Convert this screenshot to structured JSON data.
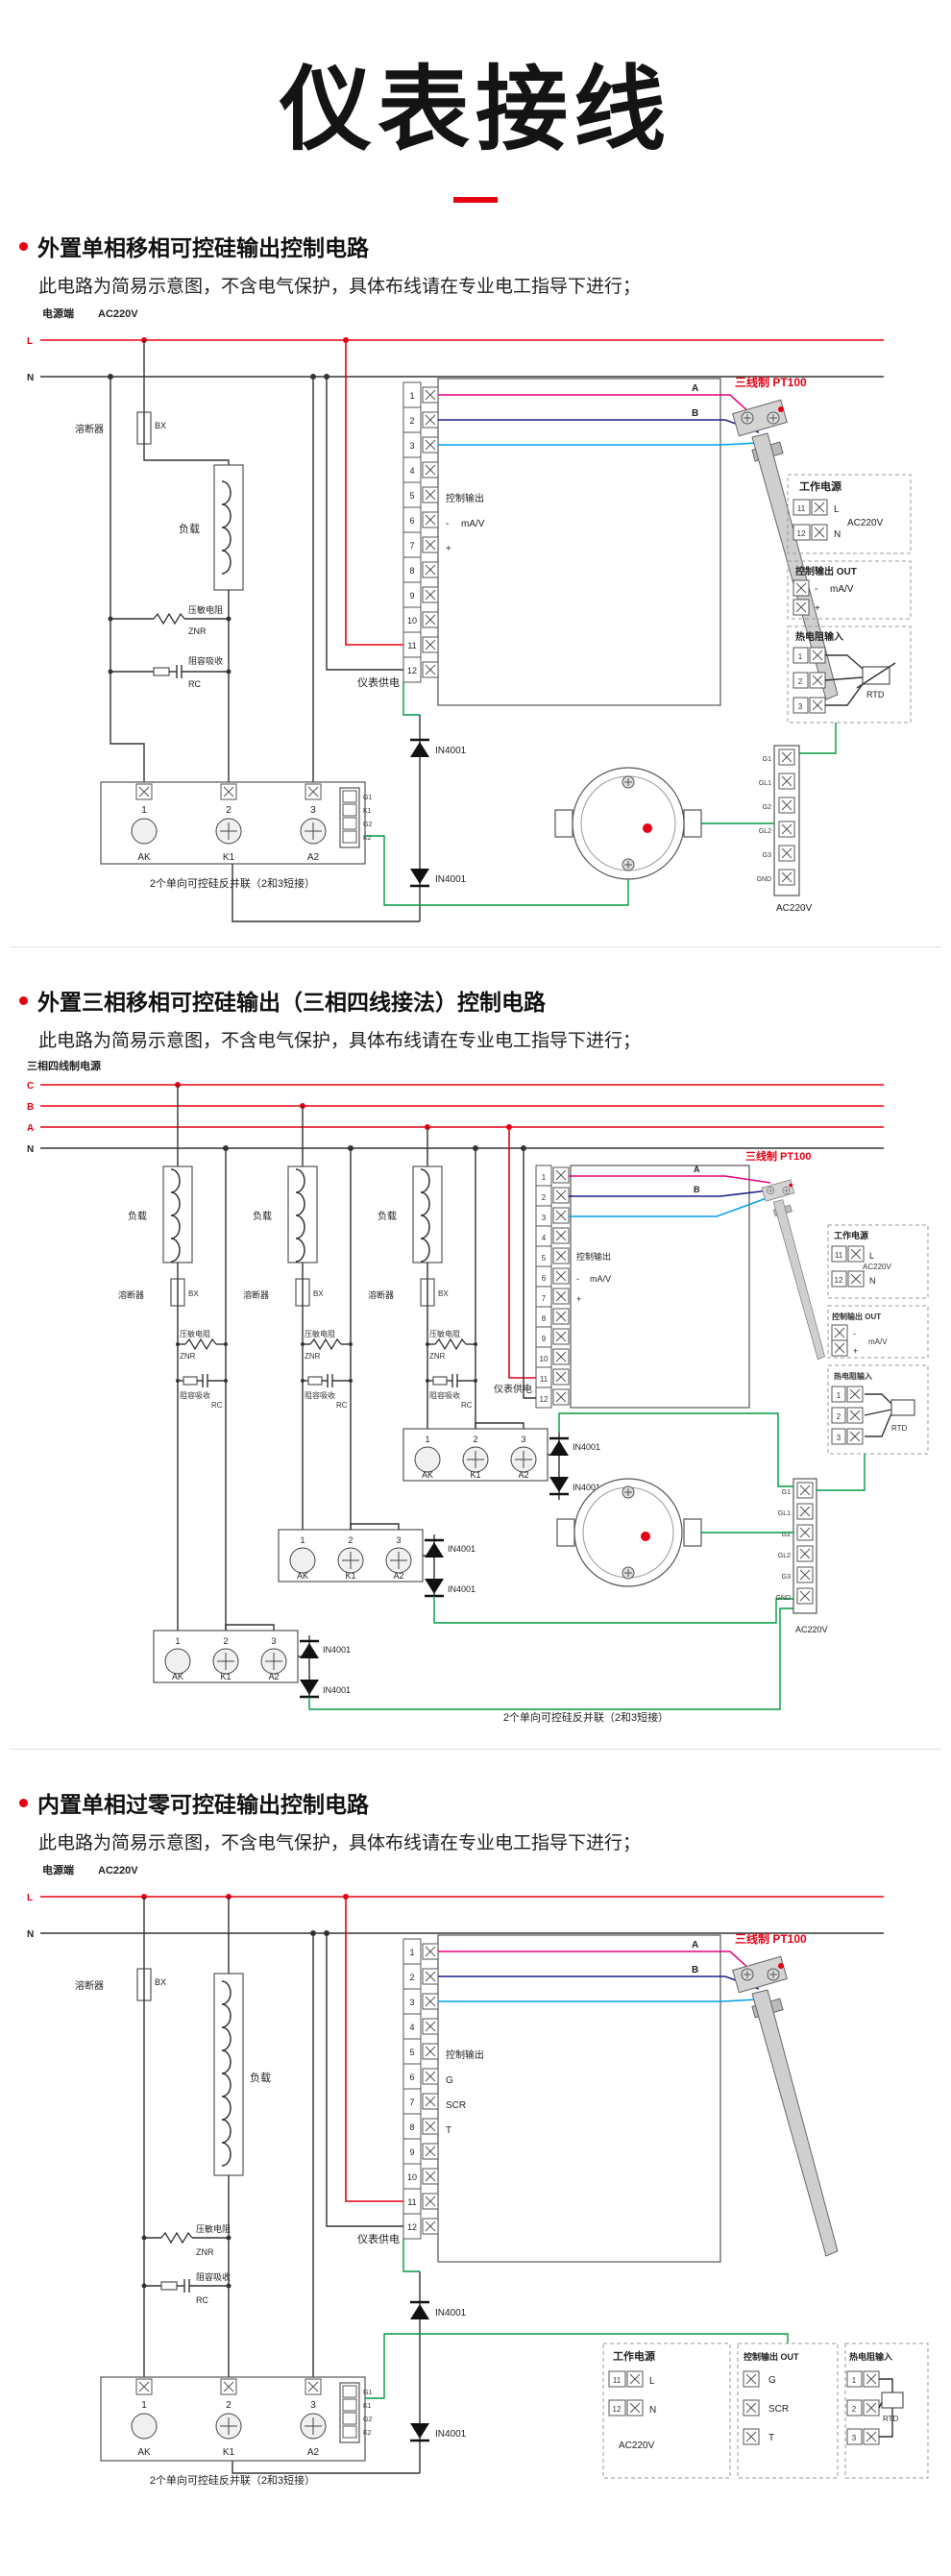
{
  "page": {
    "title": "仪表接线",
    "note": "此电路为简易示意图，不含电气保护，具体布线请在专业电工指导下进行；"
  },
  "colors": {
    "accent_red": "#e60012",
    "wire_magenta": "#e4007f",
    "wire_blue": "#1d2088",
    "wire_cyan": "#00a0e9",
    "wire_green": "#009944",
    "wire_black": "#333333"
  },
  "labels": {
    "L": "L",
    "N": "N",
    "fuse": "溶断器",
    "fuse_code": "BX",
    "load": "负载",
    "varistor": "压敏电阻",
    "varistor_code": "ZNR",
    "rc": "阻容吸收",
    "rc_code": "RC",
    "meter_supply": "仪表供电",
    "control_output": "控制输出",
    "mav": "mA/V",
    "minus": "-",
    "plus": "+",
    "A": "A",
    "B": "B",
    "pt100": "三线制 PT100",
    "work_power": "工作电源",
    "ac220v": "AC220V",
    "control_out": "控制输出 OUT",
    "rtd_input": "热电阻输入",
    "rtd": "RTD",
    "diode": "IN4001",
    "ak": "AK",
    "k1": "K1",
    "a2": "A2",
    "n1": "1",
    "n2": "2",
    "n3": "3",
    "n11": "11",
    "n12": "12",
    "scr_note": "2个单向可控硅反并联（2和3短接）",
    "g": "G",
    "scr": "SCR",
    "t": "T",
    "gnd": "GND",
    "gate_pins": [
      "G1",
      "K1",
      "G2",
      "K2"
    ],
    "column_pins": [
      "G1",
      "GL1",
      "G2",
      "GL2",
      "G3",
      "GND"
    ],
    "terminals": [
      "1",
      "2",
      "3",
      "4",
      "5",
      "6",
      "7",
      "8",
      "9",
      "10",
      "11",
      "12"
    ]
  },
  "section1": {
    "heading": "外置单相移相可控硅输出控制电路",
    "source_label": "电源端",
    "source_voltage": "AC220V"
  },
  "section2": {
    "heading": "外置三相移相可控硅输出（三相四线接法）控制电路",
    "source_label": "三相四线制电源",
    "phase_c": "C",
    "phase_b": "B",
    "phase_a": "A",
    "phase_n": "N"
  },
  "section3": {
    "heading": "内置单相过零可控硅输出控制电路",
    "source_label": "电源端",
    "source_voltage": "AC220V"
  }
}
